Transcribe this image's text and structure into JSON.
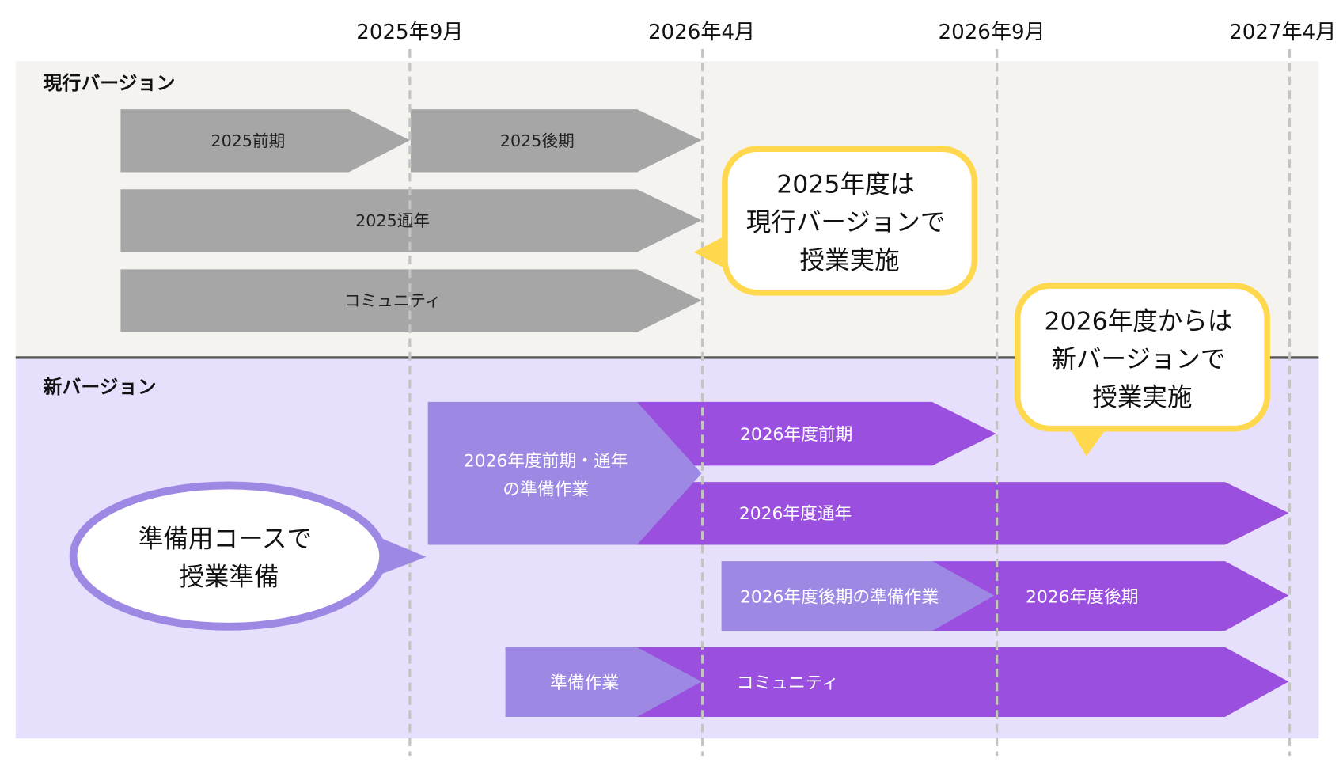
{
  "timeline": {
    "dates": [
      "2025年9月",
      "2026年4月",
      "2026年9月",
      "2027年4月"
    ]
  },
  "current_section": {
    "title": "現行バージョン",
    "bars": [
      "2025前期",
      "2025後期",
      "2025通年",
      "コミュニティ"
    ]
  },
  "new_section": {
    "title": "新バージョン",
    "prep_first": [
      "2026年度前期・通年",
      "の準備作業"
    ],
    "bar_first": "2026年度前期",
    "bar_full": "2026年度通年",
    "prep_second": "2026年度後期の準備作業",
    "bar_second": "2026年度後期",
    "prep_community": "準備作業",
    "bar_community": "コミュニティ"
  },
  "callouts": {
    "current": [
      "2025年度は",
      "現行バージョンで",
      "授業実施"
    ],
    "new": [
      "2026年度からは",
      "新バージョンで",
      "授業実施"
    ],
    "prep": [
      "準備用コースで",
      "授業準備"
    ]
  },
  "colors": {
    "gray_bar": "#a6a6a6",
    "prep_purple": "#9d88e3",
    "main_purple": "#9a4fdf",
    "callout_yellow": "#ffd84d",
    "current_bg": "#f4f3f0",
    "new_bg": "#e6e0fd"
  }
}
